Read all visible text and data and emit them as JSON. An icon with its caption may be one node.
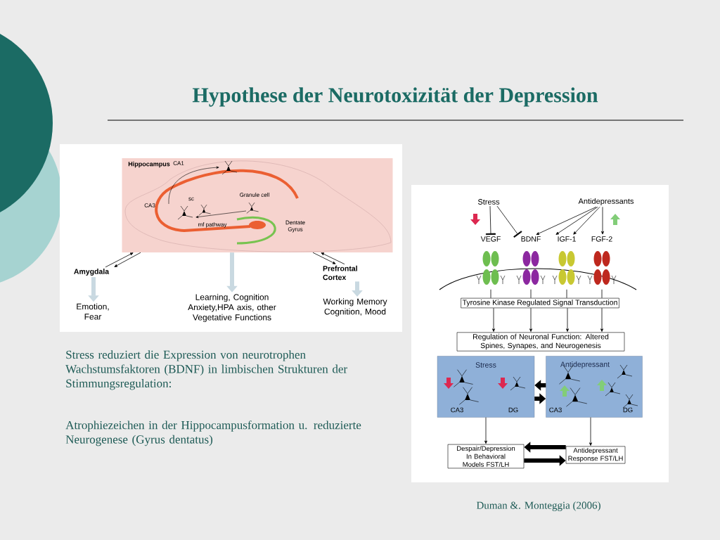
{
  "diagram": {
    "title": "Hypothese der Neurotoxizität der Depression",
    "caption": "Duman &. Monteggia (2006)",
    "nodes": [
      {
        "text": [
          "Hippocampus"
        ]
      },
      {
        "text": [
          "Amygdala"
        ]
      },
      {
        "text": [
          "Emotion, Fear"
        ]
      },
      {
        "text": [
          "Learning, Cognition Anxiety,HPA axis, other Vegetative Functions"
        ]
      },
      {
        "text": [
          "Prefrontal Cortex"
        ]
      },
      {
        "text": [
          "Working Memory Cognition, Mood"
        ]
      },
      {
        "text": [
          "Stress"
        ]
      },
      {
        "text": [
          "Antidepressants"
        ]
      },
      {
        "text": [
          "VEGF"
        ]
      },
      {
        "text": [
          "BDNF"
        ]
      },
      {
        "text": [
          "IGF-1"
        ]
      },
      {
        "text": [
          "FGF-2"
        ]
      },
      {
        "text": [
          "Tyrosine Kinase Regulated Signal Transduction"
        ]
      },
      {
        "text": [
          "Regulation of Neuronal Function: Altered Spines, Synapes, and Neurogenesis"
        ]
      },
      {
        "text": [
          "Stress"
        ]
      },
      {
        "text": [
          "Antidepressant"
        ]
      },
      {
        "text": [
          "Despair/Depression In Behavioral Models FST/LH"
        ]
      },
      {
        "text": [
          "Antidepressant Response FST/LH"
        ]
      }
    ],
    "edges": [
      {
        "from": 0,
        "to": 1,
        "arrow": "to"
      },
      {
        "from": 1,
        "to": 0,
        "arrow": "to"
      },
      {
        "from": 0,
        "to": 4,
        "arrow": "to"
      },
      {
        "from": 4,
        "to": 0,
        "arrow": "to"
      },
      {
        "from": 1,
        "to": 2,
        "arrow": "to",
        "style": "thick",
        "color": "#c9d9e1"
      },
      {
        "from": 0,
        "to": 3,
        "arrow": "to",
        "style": "thick",
        "color": "#c9d9e1"
      },
      {
        "from": 4,
        "to": 5,
        "arrow": "to",
        "style": "thick",
        "color": "#c9d9e1"
      },
      {
        "from": 6,
        "to": 8,
        "arrow": "other"
      },
      {
        "from": 6,
        "to": 9,
        "arrow": "other"
      },
      {
        "from": 7,
        "to": 9,
        "arrow": "to"
      },
      {
        "from": 7,
        "to": 10,
        "arrow": "to"
      },
      {
        "from": 7,
        "to": 10,
        "arrow": "to"
      },
      {
        "from": 7,
        "to": 11,
        "arrow": "to"
      },
      {
        "from": 8,
        "to": 12,
        "arrow": "none"
      },
      {
        "from": 9,
        "to": 12,
        "arrow": "none"
      },
      {
        "from": 10,
        "to": 12,
        "arrow": "none"
      },
      {
        "from": 11,
        "to": 12,
        "arrow": "none"
      },
      {
        "from": 12,
        "to": 13,
        "arrow": "to"
      },
      {
        "from": 12,
        "to": 13,
        "arrow": "to"
      },
      {
        "from": 12,
        "to": 13,
        "arrow": "to"
      },
      {
        "from": 12,
        "to": 13,
        "arrow": "to"
      },
      {
        "from": 15,
        "to": 14,
        "arrow": "to",
        "style": "thick"
      },
      {
        "from": 14,
        "to": 15,
        "arrow": "to",
        "style": "thick"
      },
      {
        "from": 14,
        "to": 16,
        "arrow": "to"
      },
      {
        "from": 15,
        "to": 17,
        "arrow": "to"
      },
      {
        "from": 17,
        "to": 16,
        "arrow": "to",
        "style": "thick"
      },
      {
        "from": 16,
        "to": 17,
        "arrow": "to",
        "style": "thick"
      }
    ],
    "labels": [
      "CA1",
      "sc",
      "Granule cell",
      "CA3",
      "mf pathway",
      "Dentate Gyrus",
      "CA3",
      "DG",
      "CA3",
      "DG",
      "Stress reduziert die Expression von neurotrophen Wachstumsfaktoren (BDNF) in limbischen Strukturen der Stimmungsregulation:",
      "Atrophiezeichen in der Hippocampusformation u. reduzierte Neurogenese (Gyrus dentatus)"
    ]
  }
}
